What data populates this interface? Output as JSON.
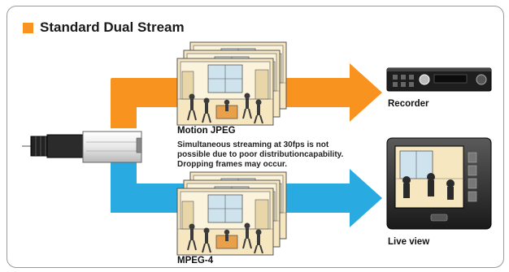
{
  "title": "Standard Dual Stream",
  "streams": {
    "motion_jpeg": {
      "label": "Motion JPEG",
      "color": "#f7931e",
      "destination": "Recorder"
    },
    "mpeg4": {
      "label": "MPEG-4",
      "color": "#29abe2",
      "destination": "Live view"
    }
  },
  "note": {
    "line1": "Simultaneous streaming at 30fps is not",
    "line2": "possible due to poor distributioncapability.",
    "line3": "Dropping frames may occur."
  },
  "colors": {
    "accent": "#f7931e",
    "orange_arrow": "#f7931e",
    "blue_arrow": "#29abe2",
    "frame_bg": "#f6e7c1",
    "border": "#9a9a9a"
  },
  "icons": [
    "camera-icon",
    "recorder-icon",
    "monitor-icon"
  ]
}
